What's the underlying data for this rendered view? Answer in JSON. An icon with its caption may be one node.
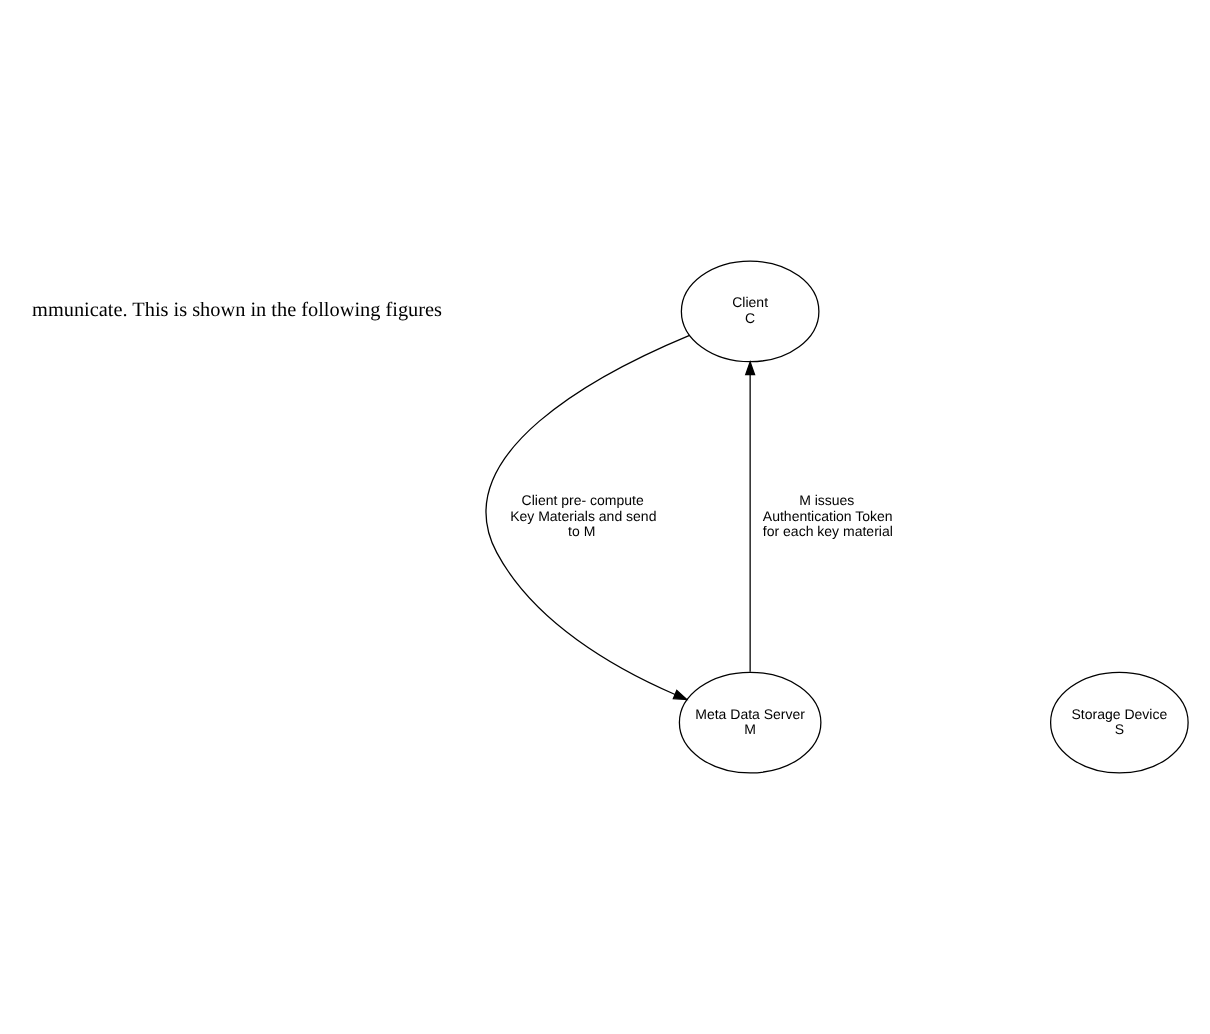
{
  "diagram": {
    "nodes": [
      {
        "text": [
          "Client",
          "C"
        ]
      },
      {
        "text": [
          "Meta Data Server",
          "M"
        ]
      },
      {
        "text": [
          "Storage Device",
          "S"
        ]
      }
    ],
    "edges": [
      {
        "from": 0,
        "to": 1,
        "arrow": "to",
        "label": "Client pre- compute Key Materials and send to M"
      },
      {
        "from": 1,
        "to": 0,
        "arrow": "to",
        "label": "M issues Authentication Token for each key material"
      }
    ],
    "labels": [
      "mmunicate. This is shown in the following figures"
    ]
  }
}
